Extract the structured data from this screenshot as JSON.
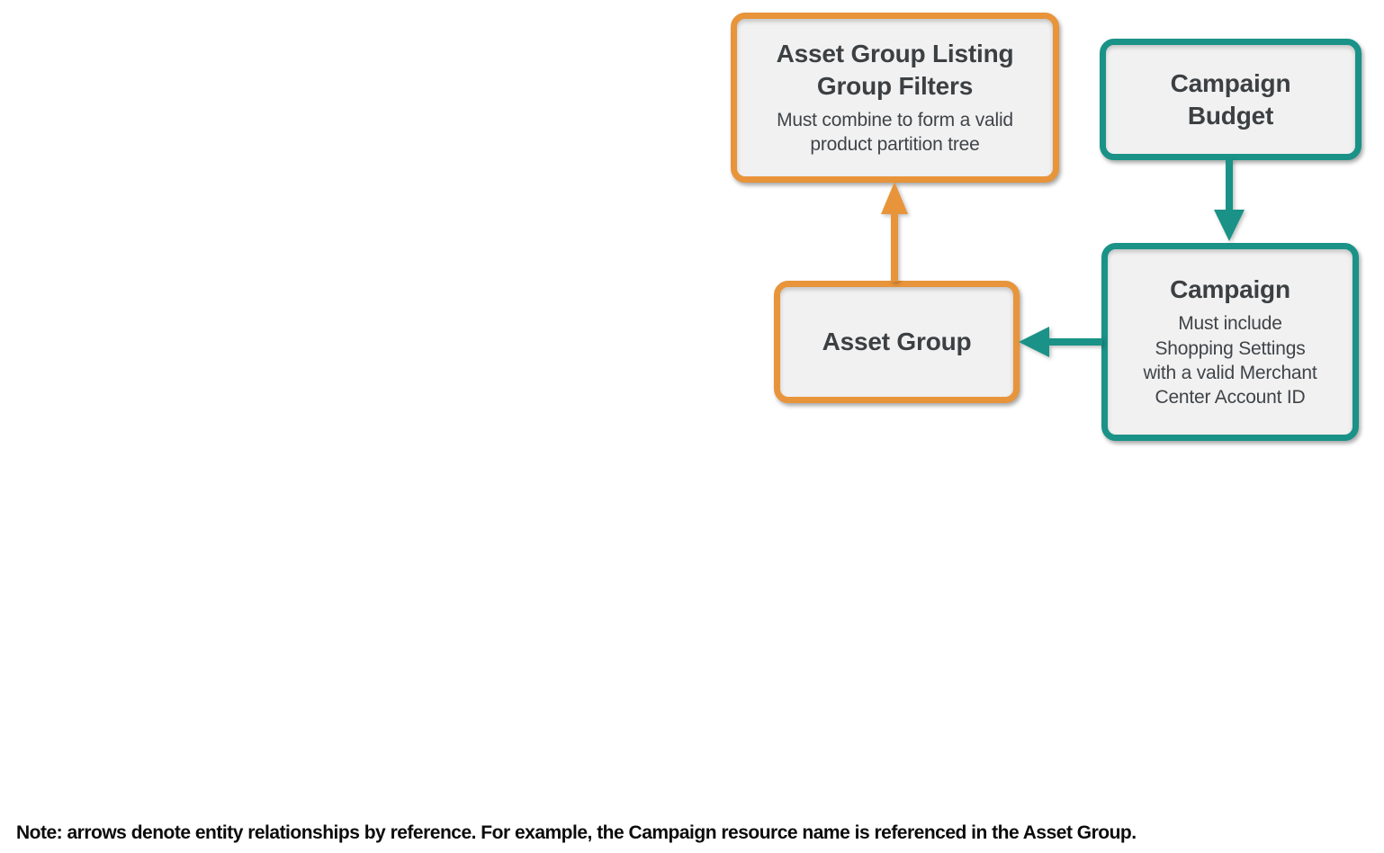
{
  "colors": {
    "orange": "#E8943A",
    "teal": "#1A9287",
    "node_fill": "#F1F1F1",
    "title_text": "#3C4043",
    "subtitle_text": "#404448",
    "note_text": "#0B0B0B"
  },
  "nodes": {
    "listing_filters": {
      "title": "Asset Group Listing\nGroup Filters",
      "subtitle": "Must combine to form a valid\nproduct partition tree",
      "accent": "orange"
    },
    "campaign_budget": {
      "title": "Campaign\nBudget",
      "accent": "teal"
    },
    "campaign": {
      "title": "Campaign",
      "subtitle": "Must include\nShopping Settings\nwith a valid Merchant\nCenter Account ID",
      "accent": "teal"
    },
    "asset_group": {
      "title": "Asset Group",
      "accent": "orange"
    }
  },
  "edges": [
    {
      "from": "Asset Group",
      "to": "Asset Group Listing Group Filters",
      "color": "orange",
      "direction": "up"
    },
    {
      "from": "Campaign Budget",
      "to": "Campaign",
      "color": "teal",
      "direction": "down"
    },
    {
      "from": "Campaign",
      "to": "Asset Group",
      "color": "teal",
      "direction": "left"
    }
  ],
  "note": "Note: arrows denote entity relationships by reference. For example, the Campaign resource name is referenced in the Asset Group."
}
